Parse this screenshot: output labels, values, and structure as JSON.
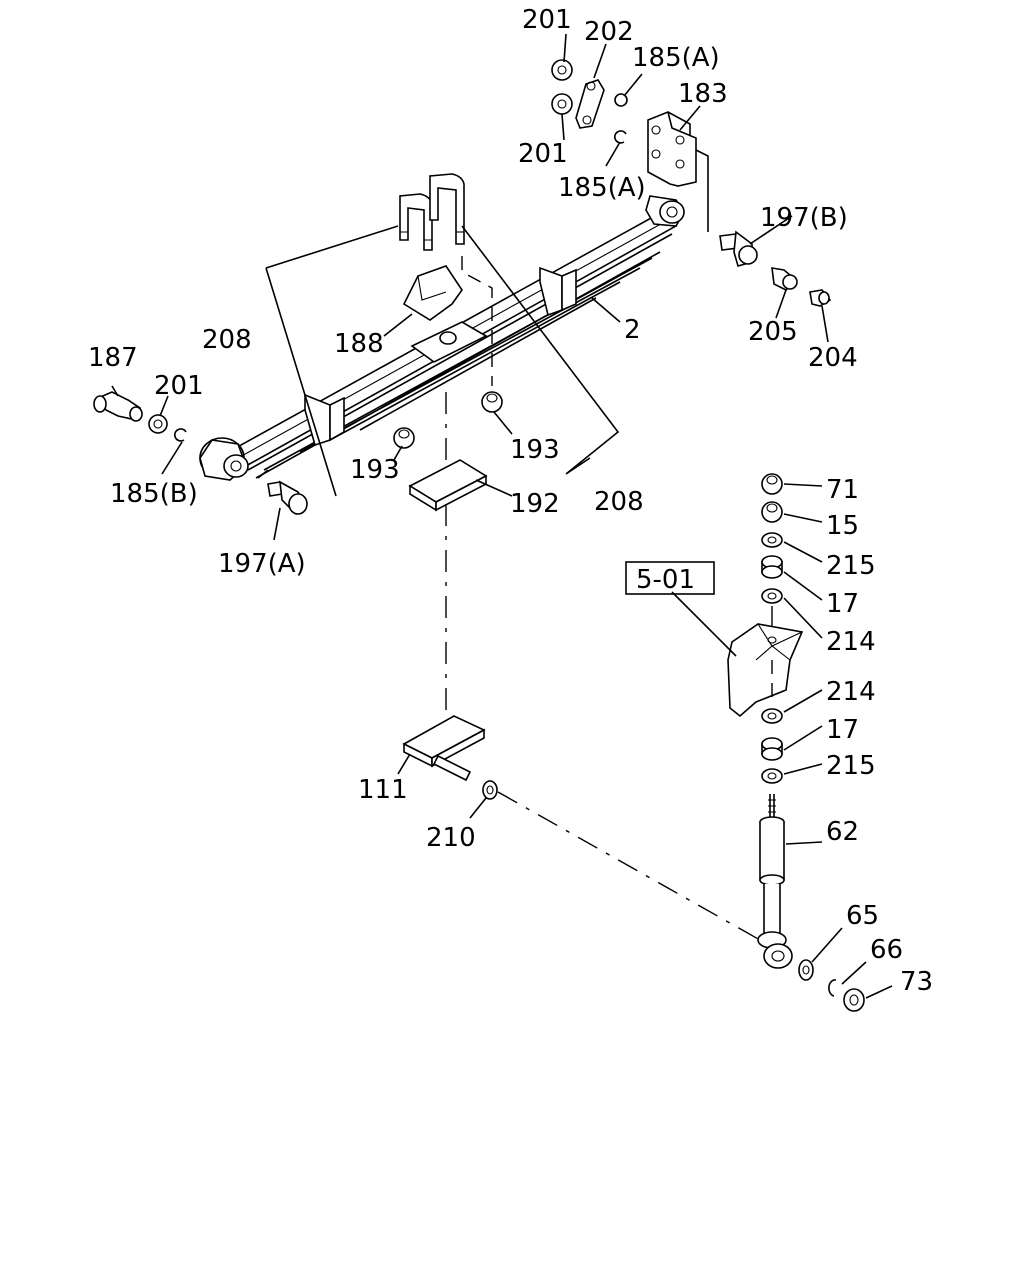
{
  "callouts": {
    "p201a": "201",
    "p202": "202",
    "p185a_top": "185(A)",
    "p183": "183",
    "p201b": "201",
    "p185a_mid": "185(A)",
    "p197b": "197(B)",
    "p205": "205",
    "p204": "204",
    "p2": "2",
    "p208a": "208",
    "p188": "188",
    "p187": "187",
    "p201c": "201",
    "p185b": "185(B)",
    "p193a": "193",
    "p193b": "193",
    "p208b": "208",
    "p192": "192",
    "p197a": "197(A)",
    "p71": "71",
    "p15": "15",
    "p215a": "215",
    "p17a": "17",
    "p214a": "214",
    "p214b": "214",
    "p17b": "17",
    "p215b": "215",
    "p62": "62",
    "p65": "65",
    "p66": "66",
    "p73": "73",
    "p111": "111",
    "p210": "210"
  },
  "reference_box": "5-01"
}
